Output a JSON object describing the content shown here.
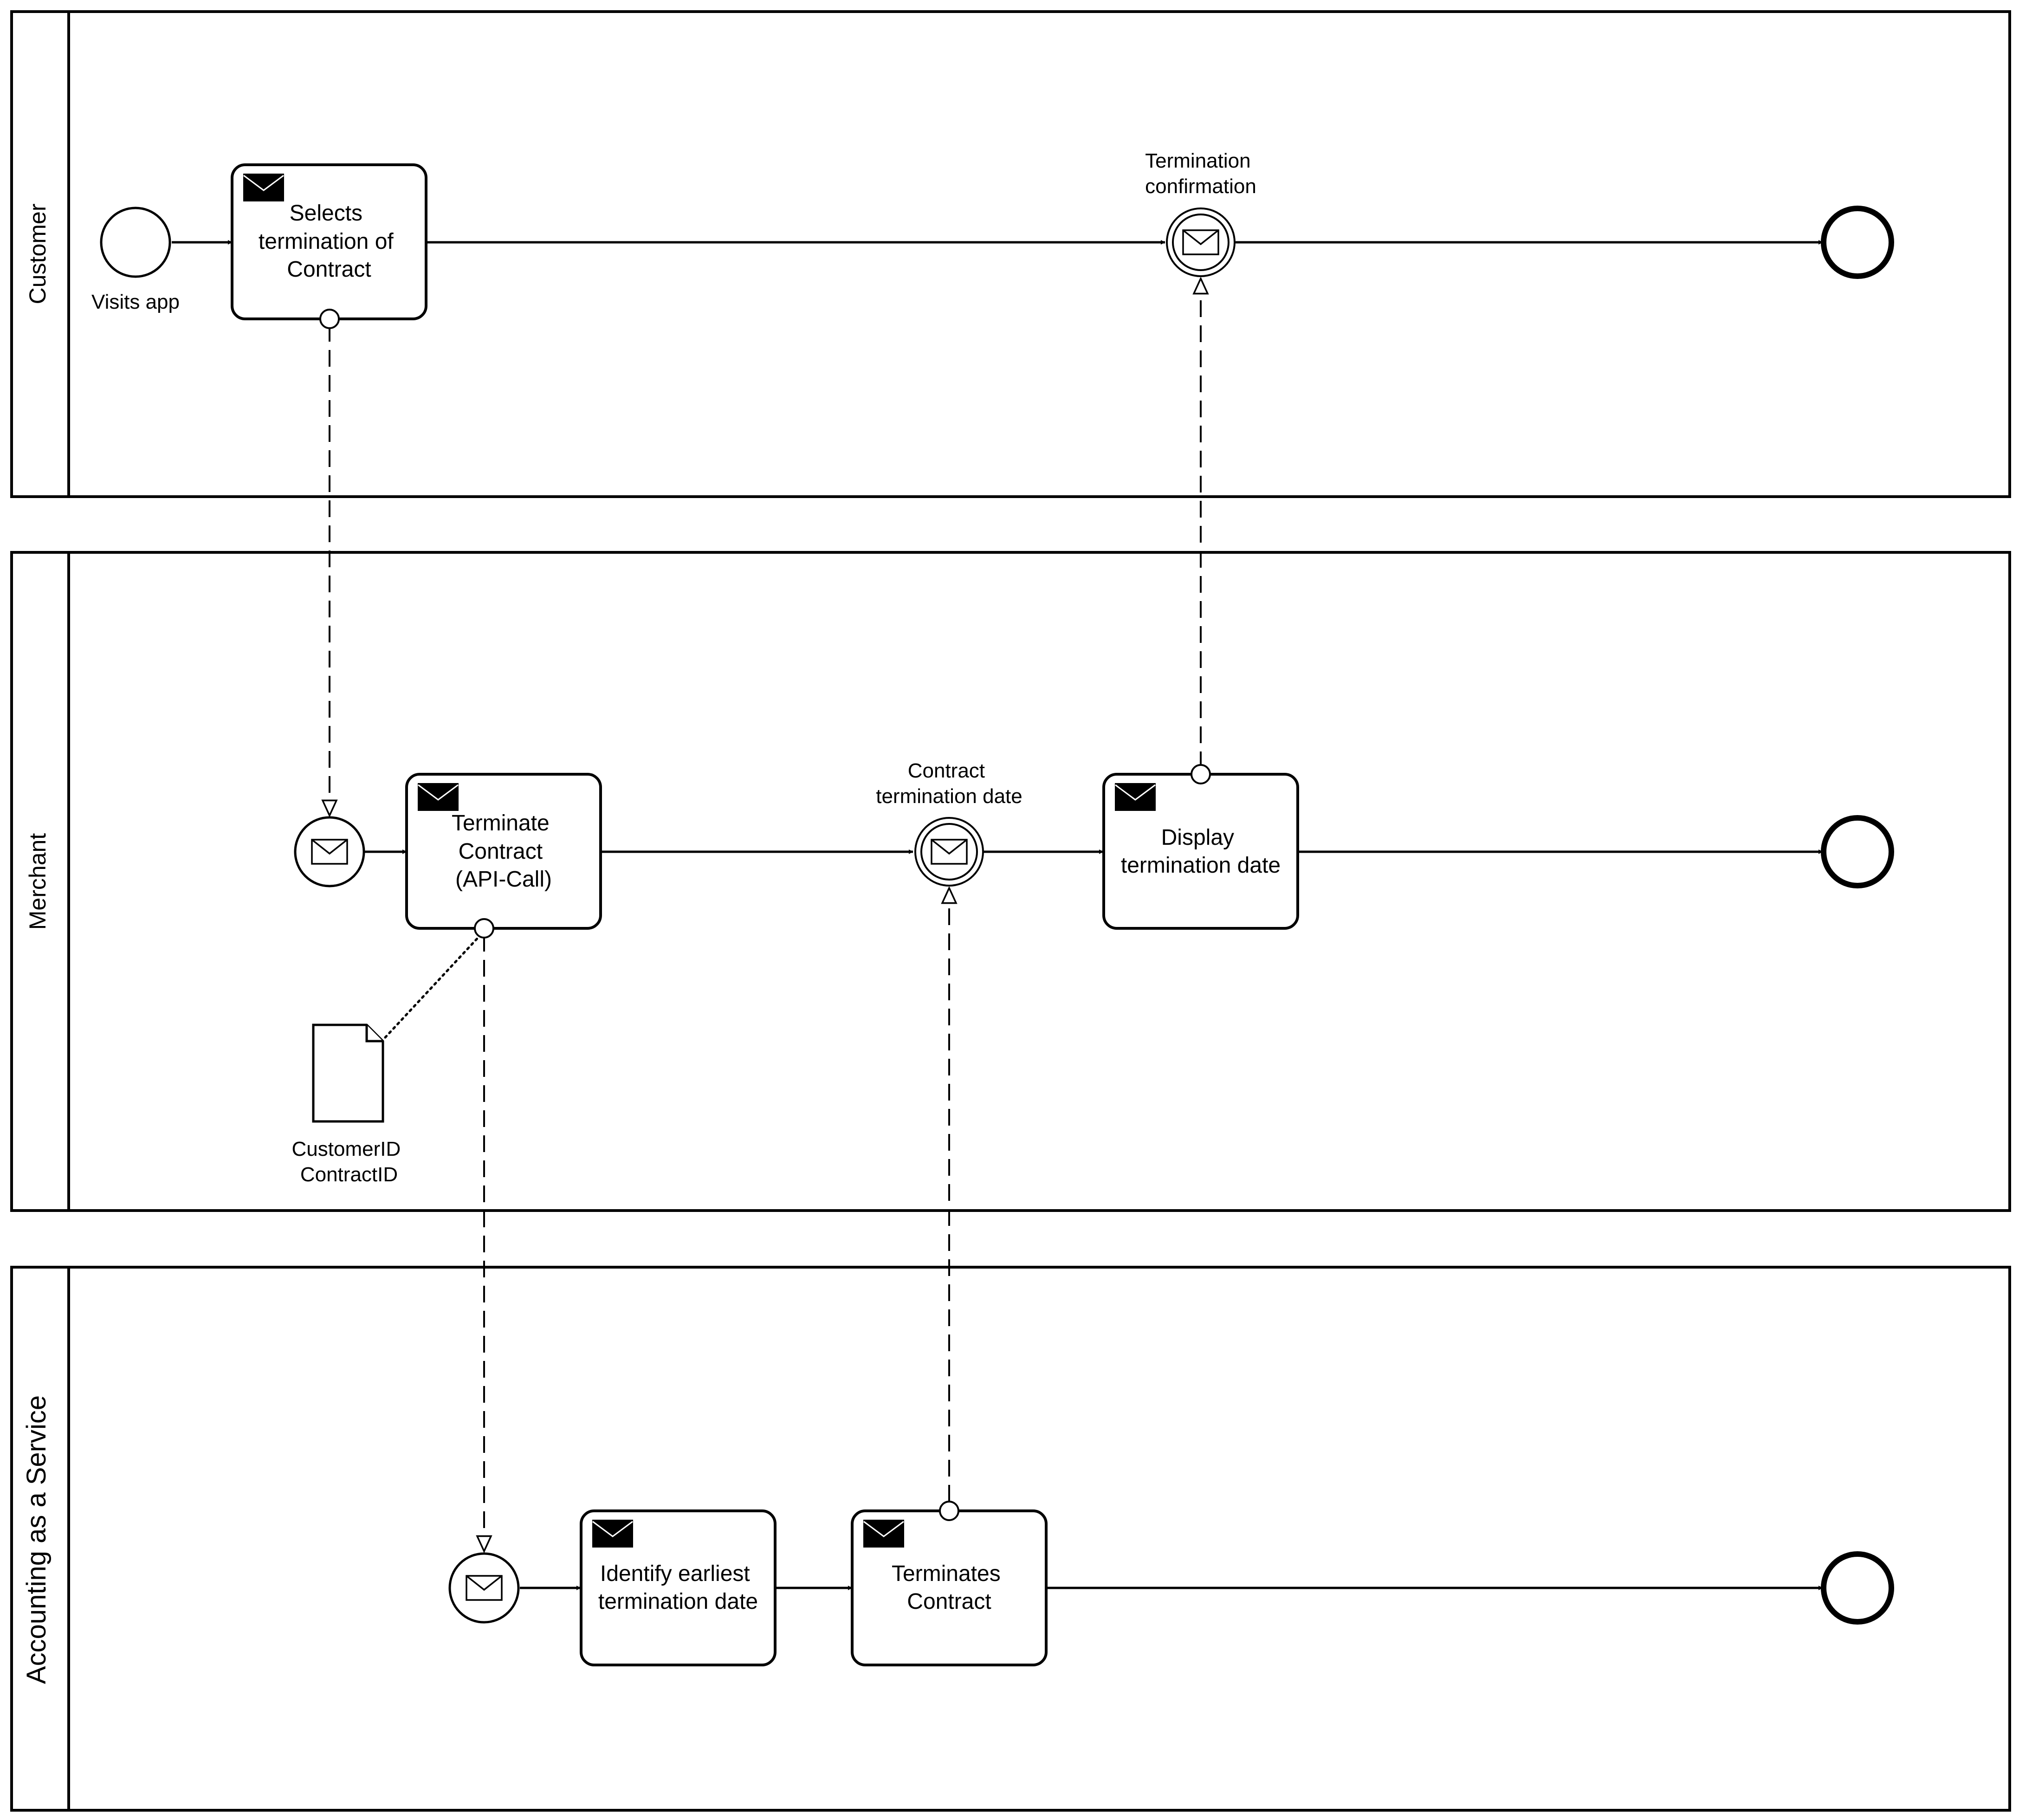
{
  "lanes": [
    {
      "id": "customer",
      "label": "Customer"
    },
    {
      "id": "merchant",
      "label": "Merchant"
    },
    {
      "id": "aaas",
      "label": "Accounting as a Service"
    }
  ],
  "events": {
    "customer_start": {
      "label": "Visits app",
      "type": "start"
    },
    "customer_catch": {
      "label_line1": "Termination",
      "label_line2": "confirmation",
      "type": "intermediate-message-catch"
    },
    "customer_end": {
      "type": "end"
    },
    "merchant_start": {
      "type": "message-start"
    },
    "merchant_catch": {
      "label_line1": "Contract",
      "label_line2": "termination date",
      "type": "intermediate-message-catch"
    },
    "merchant_end": {
      "type": "end"
    },
    "aaas_start": {
      "type": "message-start"
    },
    "aaas_end": {
      "type": "end"
    }
  },
  "tasks": {
    "selects_termination": {
      "lines": [
        "Selects",
        "termination of",
        "Contract"
      ],
      "type": "send-task"
    },
    "terminate_contract": {
      "lines": [
        "Terminate",
        "Contract",
        "(API-Call)"
      ],
      "type": "send-task"
    },
    "display_termination": {
      "lines": [
        "Display",
        "termination date"
      ],
      "type": "send-task"
    },
    "identify_earliest": {
      "lines": [
        "Identify earliest",
        "termination date"
      ],
      "type": "send-task"
    },
    "terminates_contract": {
      "lines": [
        "Terminates",
        "Contract"
      ],
      "type": "send-task"
    }
  },
  "data_object": {
    "lines": [
      "CustomerID",
      "ContractID"
    ]
  }
}
